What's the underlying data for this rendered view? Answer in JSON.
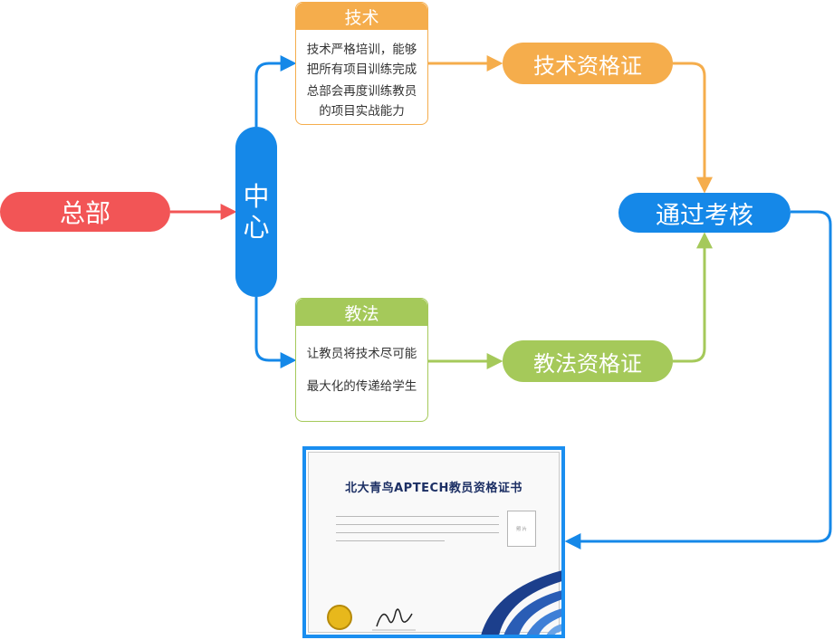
{
  "nodes": {
    "headquarters": "总部",
    "center_chars": [
      "中",
      "心"
    ],
    "technology_certificate": "技术资格证",
    "teaching_certificate": "教法资格证",
    "pass_assessment": "通过考核"
  },
  "cards": {
    "technology": {
      "title": "技术",
      "lines": [
        "技术严格培训，能够",
        "把所有项目训练完成",
        "总部会再度训练教员",
        "的项目实战能力"
      ]
    },
    "teaching_method": {
      "title": "教法",
      "lines": [
        "让教员将技术尽可能",
        "最大化的传递给学生"
      ]
    }
  },
  "certificate": {
    "title": "北大青鸟APTECH教员资格证书",
    "photo_label": "照 片"
  },
  "colors": {
    "headquarters": "#f25556",
    "center": "#1588e8",
    "technology": "#f5ad4c",
    "teaching_method": "#a5c95a",
    "pass": "#1588e8",
    "certificate_frame": "#1a8ef0"
  }
}
